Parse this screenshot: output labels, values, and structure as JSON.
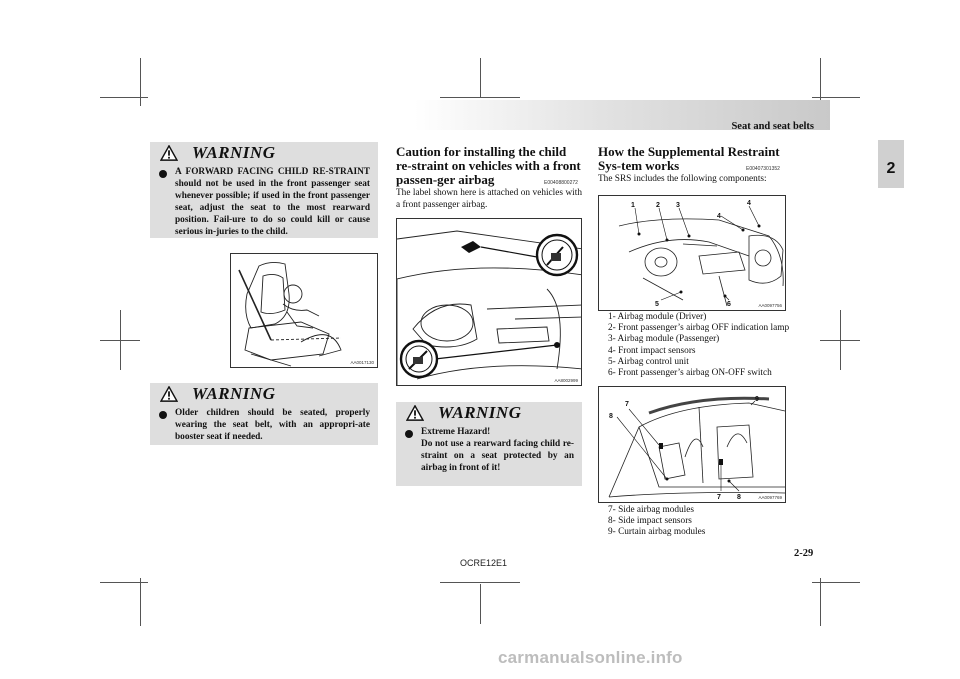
{
  "header": {
    "section_title": "Seat and seat belts",
    "chapter_number": "2"
  },
  "warning_1": {
    "title": "WARNING",
    "text": "A FORWARD FACING CHILD RE-STRAINT should not be used in the front passenger seat whenever possible; if used in the front passenger seat, adjust the seat to the most rearward position. Fail-ure to do so could kill or cause serious in-juries to the child."
  },
  "figure_1": {
    "code": "AA0017130"
  },
  "warning_2": {
    "title": "WARNING",
    "text": "Older children should be seated, properly wearing the seat belt, with an appropri-ate booster seat if needed."
  },
  "caution_section": {
    "heading": "Caution for installing the child re-straint on vehicles with a front passen-ger airbag",
    "ref_code": "E00408800272",
    "body": "The label shown here is attached on vehicles with a front passenger airbag."
  },
  "figure_2": {
    "code": "AA8002999"
  },
  "warning_3": {
    "title": "WARNING",
    "text_line1": "Extreme Hazard!",
    "text_rest": "Do not use a rearward facing child re-straint on a seat protected by an airbag in front of it!"
  },
  "srs_section": {
    "heading": "How the Supplemental Restraint Sys-tem works",
    "ref_code": "E00407301352",
    "body": "The SRS includes the following components:"
  },
  "figure_3": {
    "code": "AA0097756",
    "labels": [
      "1",
      "2",
      "3",
      "4",
      "4",
      "5",
      "6"
    ]
  },
  "legend_1": [
    "1- Airbag module (Driver)",
    "2- Front passenger’s airbag OFF indication lamp",
    "3- Airbag module (Passenger)",
    "4- Front impact sensors",
    "5- Airbag control unit",
    "6- Front passenger’s airbag ON-OFF switch"
  ],
  "figure_4": {
    "code": "AA0097769",
    "labels": [
      "7",
      "8",
      "9",
      "7",
      "8"
    ]
  },
  "legend_2": [
    "7- Side airbag modules",
    "8- Side impact sensors",
    "9- Curtain airbag modules"
  ],
  "footer": {
    "doc_code": "OCRE12E1",
    "page_number": "2-29"
  },
  "watermark": "carmanualsonline.info"
}
